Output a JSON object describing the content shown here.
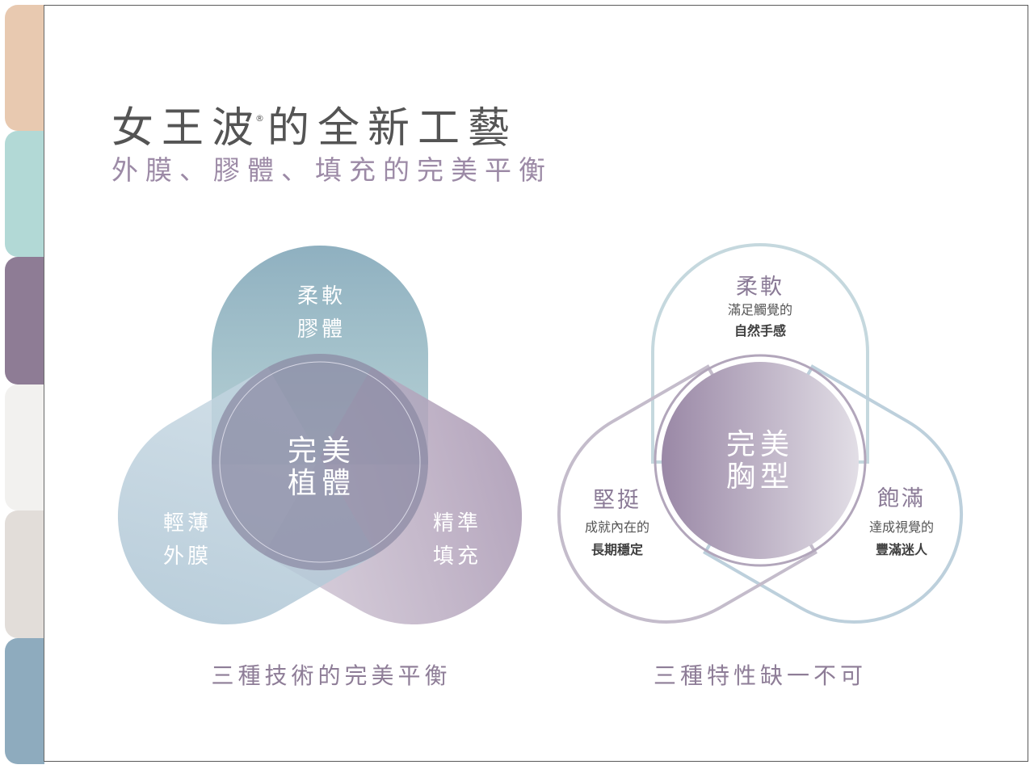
{
  "colors": {
    "tab_peach": "#e8c9b0",
    "tab_mint": "#b2d9d6",
    "tab_mauve": "#8e7c95",
    "tab_offwhite": "#f2f1ef",
    "tab_greige": "#e2ddd9",
    "tab_blue": "#8eabbe",
    "title": "#545454",
    "subtitle": "#9c8aa6",
    "caption": "#8e7d97",
    "venn_blue": "#8fb0c0",
    "venn_purple": "#a996b2",
    "venn_lightblue": "#b8cfdc",
    "center_dark": "#8a8aa3",
    "label_purple": "#8a7a96",
    "body_text": "#555555",
    "bold_text": "#3f3f3f"
  },
  "header": {
    "title": "女王波",
    "title_mark": "®",
    "title_rest": "的全新工藝",
    "subtitle": "外膜、膠體、填充的完美平衡"
  },
  "left_diagram": {
    "top_label": [
      "柔軟",
      "膠體"
    ],
    "left_label": [
      "輕薄",
      "外膜"
    ],
    "right_label": [
      "精準",
      "填充"
    ],
    "center_label": [
      "完美",
      "植體"
    ],
    "caption": "三種技術的完美平衡"
  },
  "right_diagram": {
    "top": {
      "title": "柔軟",
      "line1": "滿足觸覺的",
      "line2": "自然手感"
    },
    "left": {
      "title": "堅挺",
      "line1": "成就內在的",
      "line2": "長期穩定"
    },
    "right": {
      "title": "飽滿",
      "line1": "達成視覺的",
      "line2": "豐滿迷人"
    },
    "center_label": [
      "完美",
      "胸型"
    ],
    "caption": "三種特性缺一不可"
  }
}
